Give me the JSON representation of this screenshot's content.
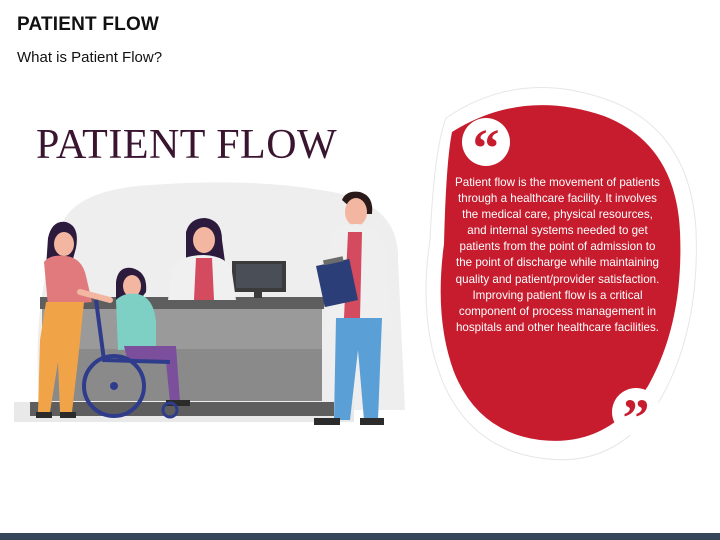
{
  "slide": {
    "title": "PATIENT FLOW",
    "subtitle": "What is Patient Flow?"
  },
  "illustration": {
    "heading": "PATIENT FLOW"
  },
  "quote": {
    "open_mark": "“",
    "close_mark": "”",
    "text": "Patient flow is the movement of patients through a healthcare facility. It involves the medical care, physical resources, and internal systems needed to get patients from the point of admission to the point of discharge while maintaining quality and patient/provider satisfaction. Improving patient flow is a critical component of process management in hospitals and other healthcare facilities."
  },
  "colors": {
    "accent": "#c61c2e",
    "title_text": "#3a1530",
    "bottom_bar": "#35465a"
  }
}
